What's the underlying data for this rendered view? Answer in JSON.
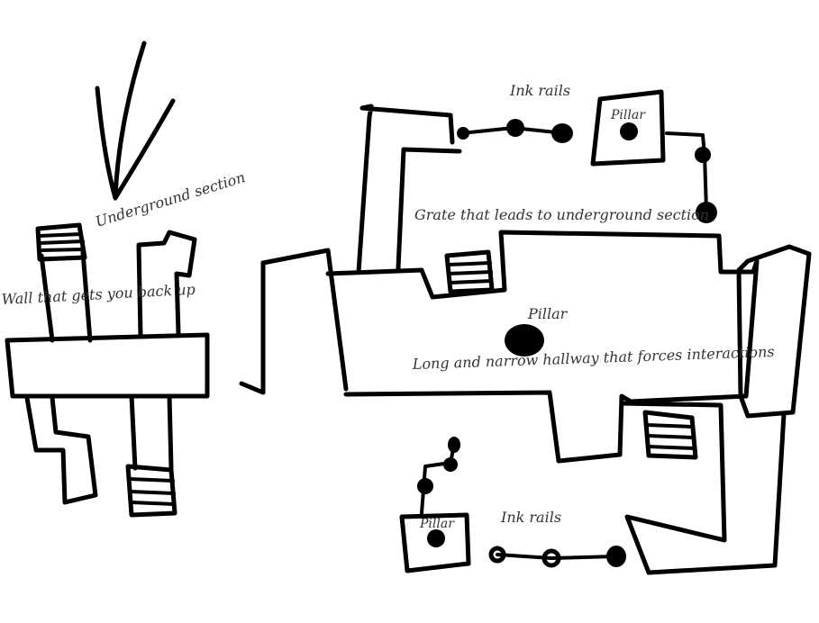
{
  "diagram": {
    "background": "#ffffff",
    "ink_color": "#000000",
    "label_color": "#333333",
    "labels": {
      "underground_section": "Underground section",
      "wall_back_up": "Wall that gets you back up",
      "ink_rails_top": "Ink rails",
      "pillar_top_right": "Pillar",
      "grate": "Grate that leads  to underground section",
      "pillar_center": "Pillar",
      "hallway": "Long and narrow hallway that forces interactions",
      "pillar_bottom_left": "Pillar",
      "ink_rails_bottom": "Ink rails"
    }
  }
}
